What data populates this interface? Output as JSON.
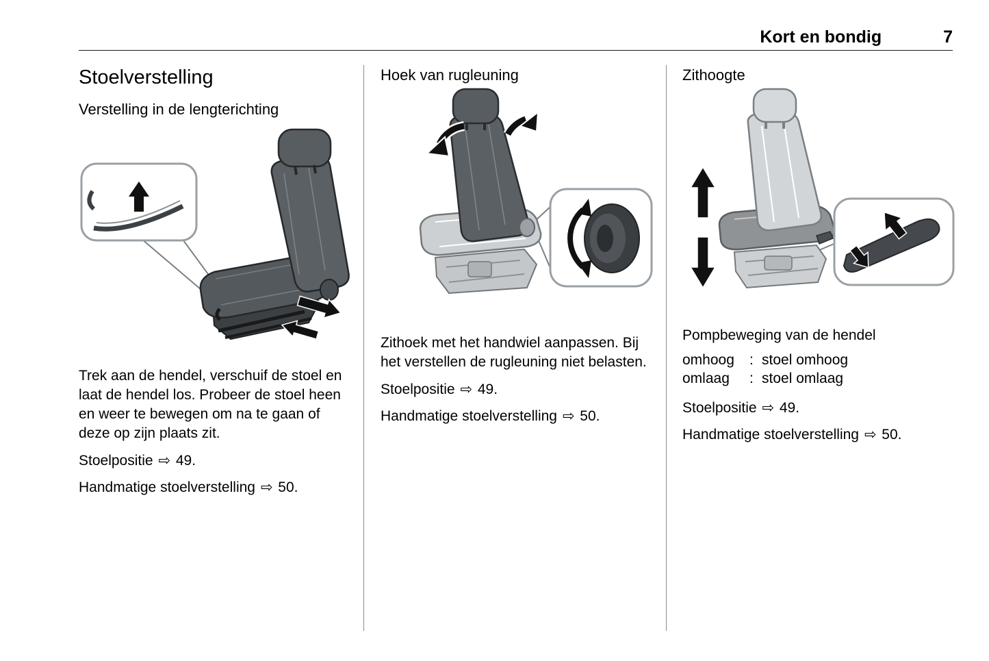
{
  "header": {
    "section_title": "Kort en bondig",
    "page_number": "7"
  },
  "ref_arrow": "⇨",
  "colors": {
    "text": "#000000",
    "divider": "#8a8a8a",
    "seat_dark": "#5b6065",
    "seat_light": "#d2d5d7"
  },
  "columns": [
    {
      "title": "Stoelverstelling",
      "subtitle": "Verstelling in de lengterichting",
      "illustration": "seat-longitudinal-adjustment-illustration",
      "body": "Trek aan de hendel, verschuif de stoel en laat de hendel los. Probeer de stoel heen en weer te bewegen om na te gaan of deze op zijn plaats zit.",
      "refs": [
        {
          "label": "Stoelpositie",
          "page": "49."
        },
        {
          "label": "Handmatige stoelverstelling",
          "page": "50."
        }
      ]
    },
    {
      "title": "Hoek van rugleuning",
      "illustration": "seat-backrest-angle-illustration",
      "body": "Zithoek met het handwiel aanpassen. Bij het verstellen de rugleuning niet belasten.",
      "refs": [
        {
          "label": "Stoelpositie",
          "page": "49."
        },
        {
          "label": "Handmatige stoelverstelling",
          "page": "50."
        }
      ]
    },
    {
      "title": "Zithoogte",
      "illustration": "seat-height-adjustment-illustration",
      "body": "Pompbeweging van de hendel",
      "pump_rows": [
        {
          "term": "omhoog",
          "separator": ":",
          "desc": "stoel omhoog"
        },
        {
          "term": "omlaag",
          "separator": ":",
          "desc": "stoel omlaag"
        }
      ],
      "refs": [
        {
          "label": "Stoelpositie",
          "page": "49."
        },
        {
          "label": "Handmatige stoelverstelling",
          "page": "50."
        }
      ]
    }
  ]
}
